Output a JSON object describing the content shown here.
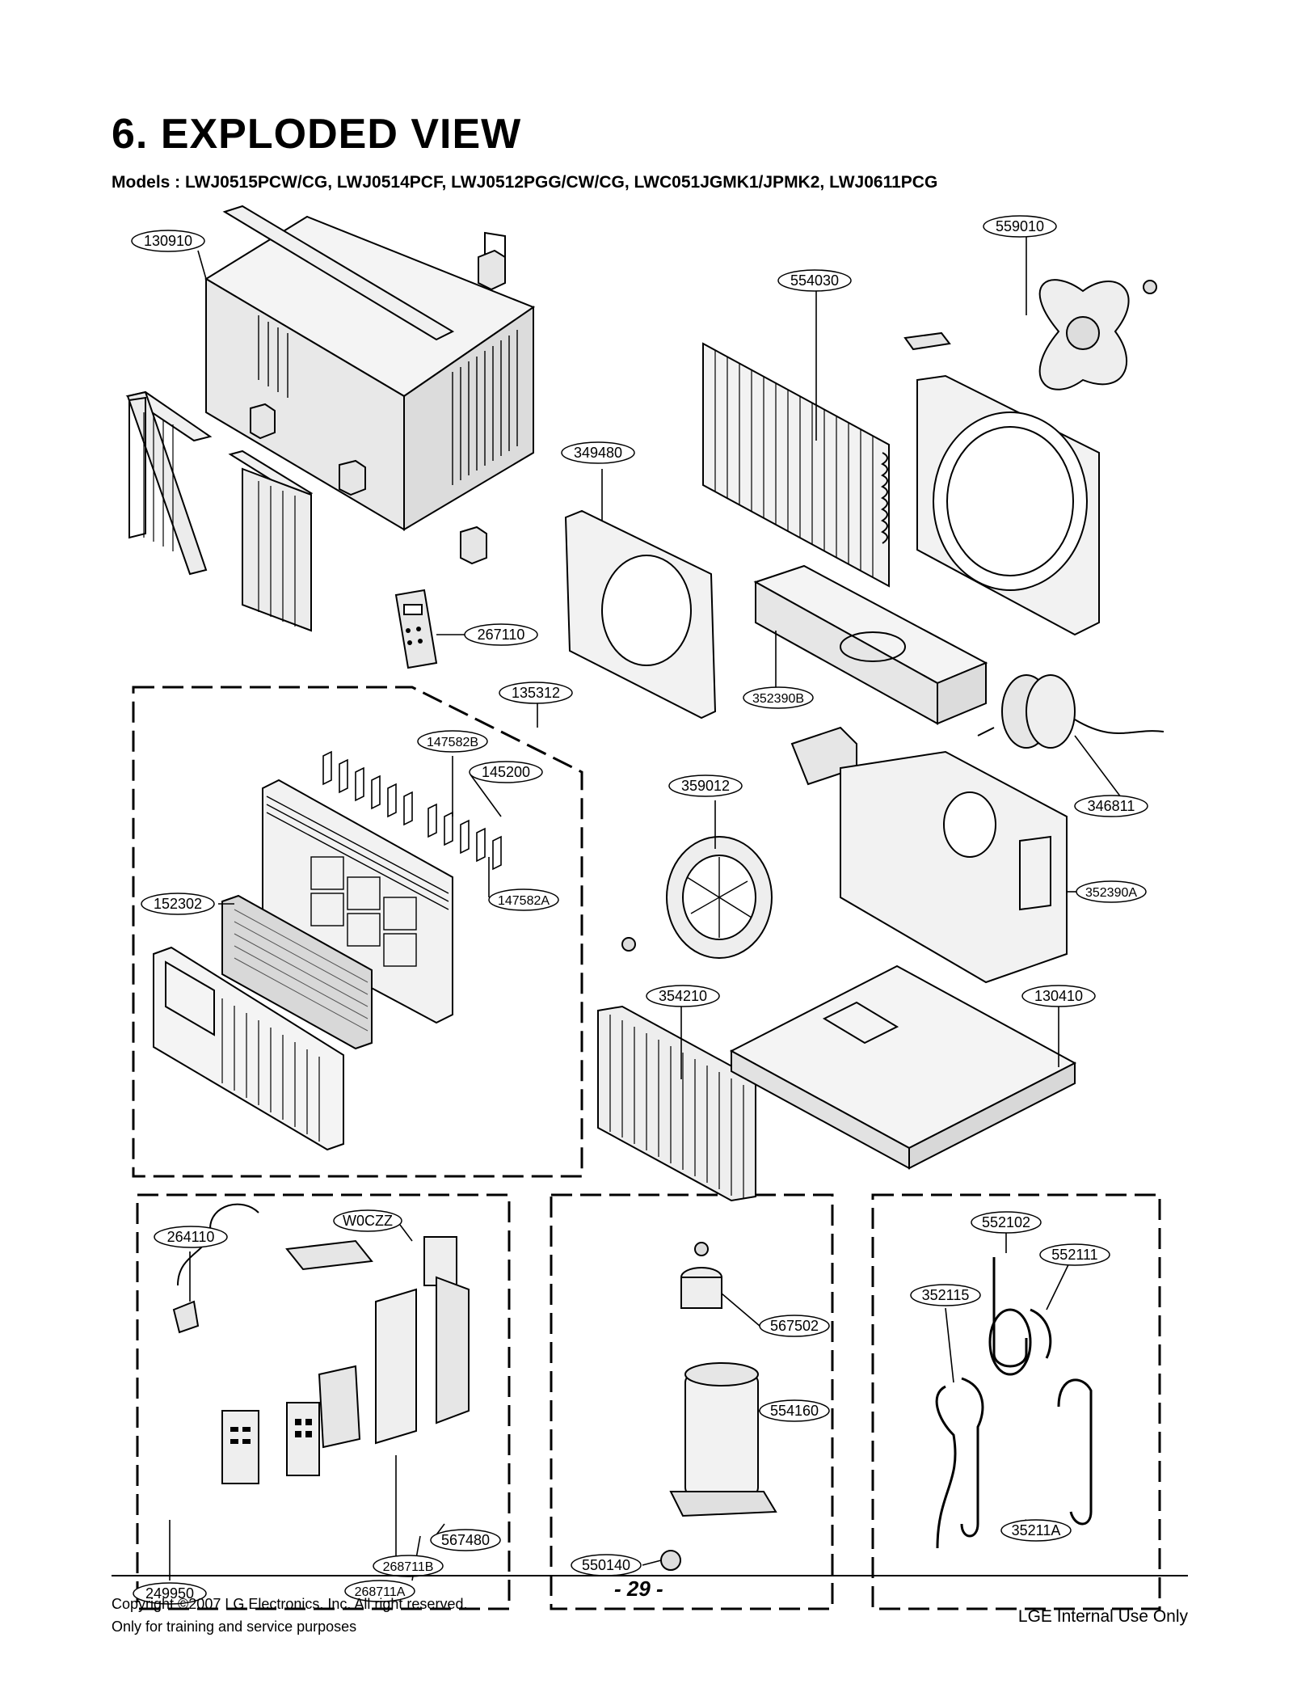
{
  "header": {
    "title": "6. EXPLODED VIEW",
    "models": "Models : LWJ0515PCW/CG, LWJ0514PCF, LWJ0512PGG/CW/CG, LWC051JGMK1/JPMK2, LWJ0611PCG"
  },
  "parts": {
    "p130910": "130910",
    "p554030": "554030",
    "p559010": "559010",
    "p349480": "349480",
    "p267110": "267110",
    "p135312": "135312",
    "p147582B": "147582B",
    "p145200": "145200",
    "p152302": "152302",
    "p147582A": "147582A",
    "p352390B": "352390B",
    "p359012": "359012",
    "p346811": "346811",
    "p352390A": "352390A",
    "p354210": "354210",
    "p130410": "130410",
    "p264110": "264110",
    "pW0CZZ": "W0CZZ",
    "p268711B": "268711B",
    "p567480": "567480",
    "p268711A": "268711A",
    "p249950": "249950",
    "p567502": "567502",
    "p554160": "554160",
    "p550140": "550140",
    "p552102": "552102",
    "p552111": "552111",
    "p352115": "352115",
    "p35211A": "35211A"
  },
  "footer": {
    "copyright_line1": "Copyright ©2007 LG Electronics. Inc. All right reserved.",
    "copyright_line2": "Only for training and service purposes",
    "page_number": "- 29 -",
    "internal_use": "LGE Internal Use Only"
  }
}
